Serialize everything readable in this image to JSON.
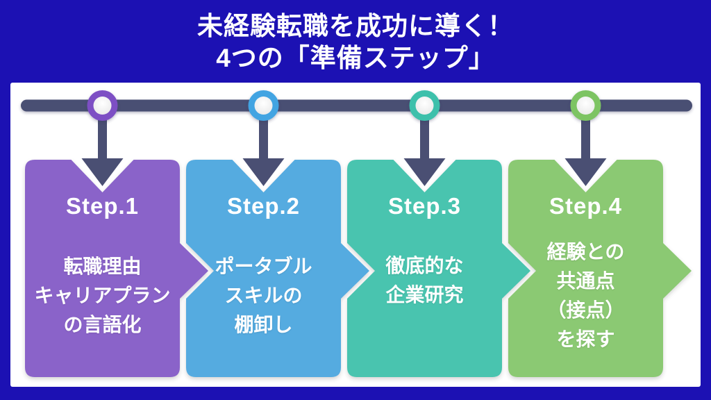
{
  "title": {
    "line1": "未経験転職を成功に導く！",
    "line2": "4つの「準備ステップ」"
  },
  "steps": [
    {
      "label": "Step.1",
      "lines": [
        "転職理由",
        "キャリアプラン",
        "の言語化"
      ],
      "color": "#8a63c9",
      "node_color": "#7d4fc4"
    },
    {
      "label": "Step.2",
      "lines": [
        "ポータブル",
        "スキルの",
        "棚卸し"
      ],
      "color": "#55abe0",
      "node_color": "#42a4e2"
    },
    {
      "label": "Step.3",
      "lines": [
        "徹底的な",
        "企業研究"
      ],
      "color": "#49c4af",
      "node_color": "#3ec0ab"
    },
    {
      "label": "Step.4",
      "lines": [
        "経験との",
        "共通点",
        "（接点）",
        "を探す"
      ],
      "color": "#8bc973",
      "node_color": "#7dc463"
    }
  ],
  "colors": {
    "background": "#1c11b3",
    "panel": "#ffffff",
    "timeline": "#4a4f73",
    "text": "#ffffff"
  }
}
